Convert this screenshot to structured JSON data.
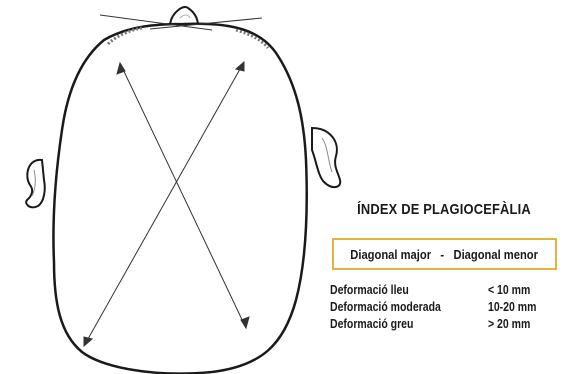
{
  "title": "ÍNDEX DE PLAGIOCEFÀLIA",
  "formula": {
    "left": "Diagonal major",
    "operator": "-",
    "right": "Diagonal menor"
  },
  "severity_levels": [
    {
      "label": "Deformació lleu",
      "value": "< 10 mm"
    },
    {
      "label": "Deformació moderada",
      "value": "10-20 mm"
    },
    {
      "label": "Deformació greu",
      "value": "> 20 mm"
    }
  ],
  "colors": {
    "formula_border": "#e3b33f",
    "outline": "#1a1a1a",
    "text": "#1a1a1a"
  }
}
